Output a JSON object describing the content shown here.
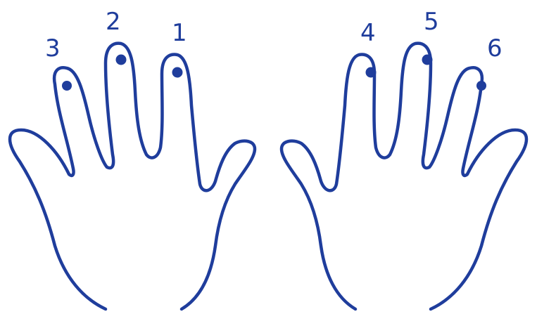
{
  "diagram": {
    "ink_color": "#1f3d9c",
    "background_color": "#ffffff",
    "hands": [
      {
        "side": "left",
        "fingers": [
          {
            "label": "3"
          },
          {
            "label": "2"
          },
          {
            "label": "1"
          }
        ]
      },
      {
        "side": "right",
        "fingers": [
          {
            "label": "4"
          },
          {
            "label": "5"
          },
          {
            "label": "6"
          }
        ]
      }
    ]
  }
}
